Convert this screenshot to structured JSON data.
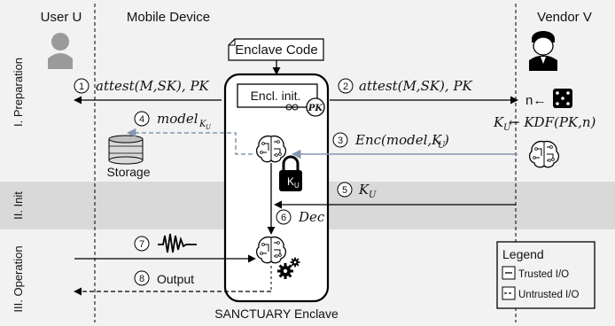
{
  "lanes": {
    "preparation": "I. Preparation",
    "init": "II. Init",
    "operation": "III. Operation"
  },
  "columns": {
    "user": "User U",
    "device": "Mobile Device",
    "vendor": "Vendor V"
  },
  "enclave": {
    "code_label": "Enclave Code",
    "init_label": "Encl. init.",
    "pk_badge": "PK",
    "key_badge": "K",
    "key_sub": "U",
    "caption": "SANCTUARY Enclave"
  },
  "storage": {
    "label": "Storage"
  },
  "vendor_side": {
    "nonce_prefix": "n←",
    "kdf_key": "K",
    "kdf_key_sub": "U",
    "kdf_expr": " ← KDF(PK,n)"
  },
  "steps": [
    {
      "num": "1",
      "text": "attest(M,SK), PK"
    },
    {
      "num": "2",
      "text": "attest(M,SK), PK"
    },
    {
      "num": "3",
      "text": "Enc(model,K",
      "sub": "U",
      "tail": ")"
    },
    {
      "num": "4",
      "text": "model",
      "sub": "K",
      "subsub": "U"
    },
    {
      "num": "5",
      "text": "K",
      "sub": "U"
    },
    {
      "num": "6",
      "text": "Dec"
    },
    {
      "num": "7",
      "text": ""
    },
    {
      "num": "8",
      "text": "Output"
    }
  ],
  "legend": {
    "title": "Legend",
    "trusted": "Trusted I/O",
    "untrusted": "Untrusted I/O"
  },
  "colors": {
    "lane_shade": "#d9d9d9",
    "lane_light": "#f2f2f2",
    "blue_arrow": "#8497b0",
    "line": "#000000"
  },
  "icons": [
    "user-icon",
    "vendor-icon",
    "dice-icon",
    "brain-icon",
    "lock-icon",
    "gear-icon",
    "storage-icon",
    "signal-wave-icon"
  ]
}
